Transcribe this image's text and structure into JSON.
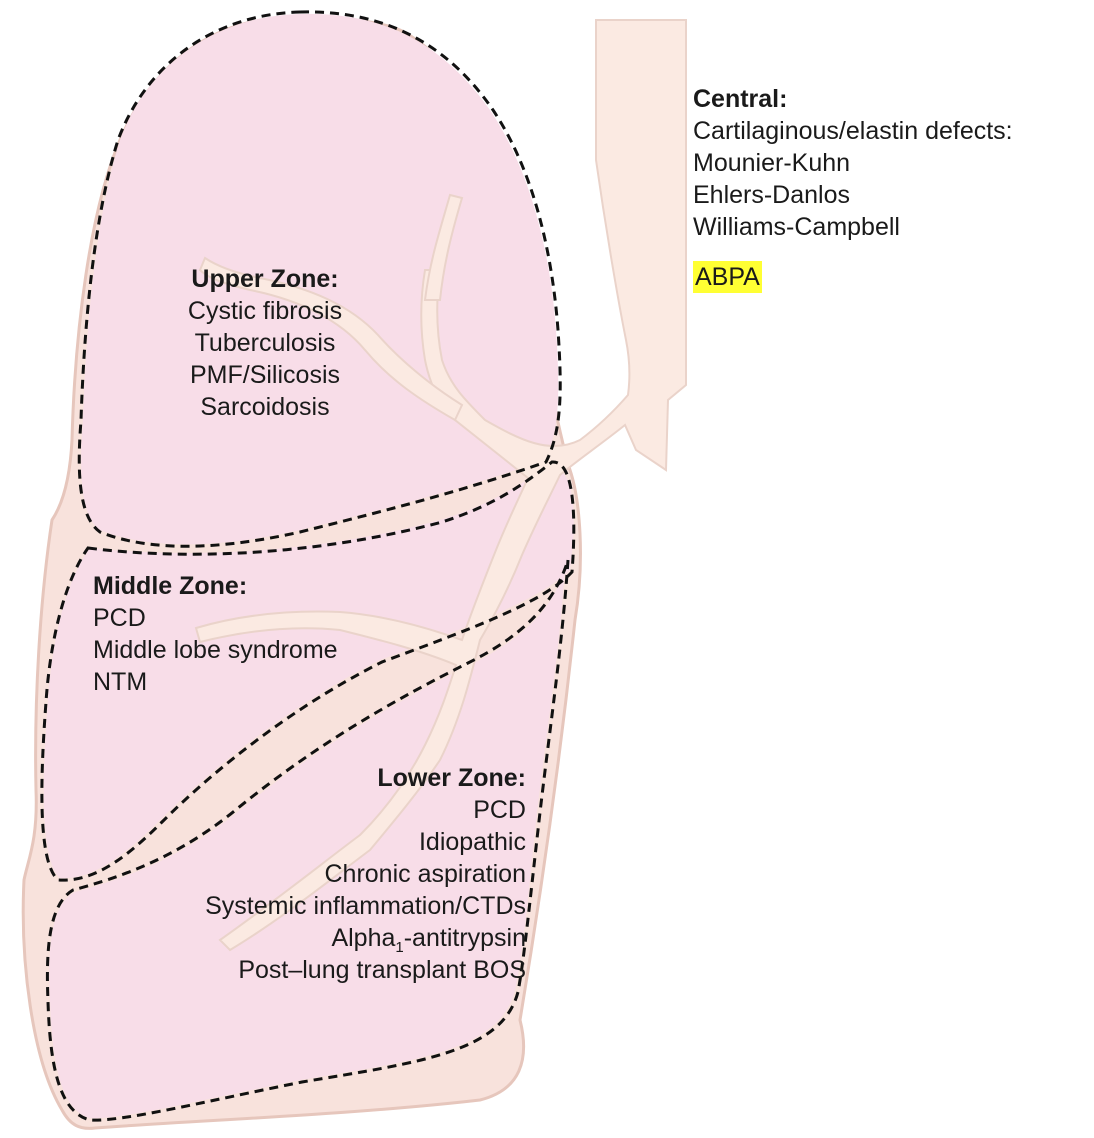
{
  "colors": {
    "lung_fill": "#f8e2dc",
    "lung_stroke": "#e6c6bc",
    "zone_fill": "#f8dde8",
    "airway_fill": "#fbeae2",
    "dash_stroke": "#111111",
    "highlight": "#ffff33"
  },
  "upper_zone": {
    "title": "Upper Zone:",
    "items": [
      "Cystic fibrosis",
      "Tuberculosis",
      "PMF/Silicosis",
      "Sarcoidosis"
    ]
  },
  "middle_zone": {
    "title": "Middle Zone:",
    "items": [
      "PCD",
      "Middle lobe syndrome",
      "NTM"
    ]
  },
  "lower_zone": {
    "title": "Lower Zone:",
    "items": [
      "PCD",
      "Idiopathic",
      "Chronic aspiration",
      "Systemic inflammation/CTDs"
    ],
    "alpha_prefix": "Alpha",
    "alpha_sub": "1",
    "alpha_suffix": "-antitrypsin",
    "last_item": "Post–lung transplant BOS"
  },
  "central": {
    "title": "Central:",
    "items": [
      "Cartilaginous/elastin defects:",
      "Mounier-Kuhn",
      "Ehlers-Danlos",
      "Williams-Campbell"
    ],
    "highlighted_item": "ABPA"
  }
}
